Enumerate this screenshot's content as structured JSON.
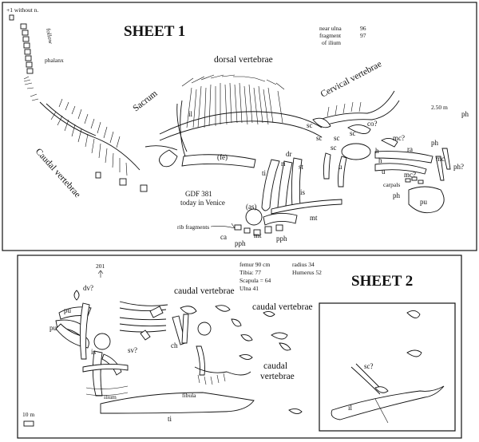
{
  "sheet1": {
    "title": "SHEET 1",
    "corner_note": "+1 without n.",
    "follow": "follow",
    "measure_lines": [
      "near ulna",
      "96",
      "fragment",
      "97",
      "of ilium"
    ],
    "scale": "2.50 m",
    "specimen": "GDF 381",
    "location": "today in Venice",
    "section_labels": {
      "dorsal": "dorsal vertebrae",
      "cervical": "Cervical vertebrae",
      "sacrum": "Sacrum",
      "caudal": "Caudal vertebrae"
    },
    "bone_labels": {
      "phalanx": "phalanx",
      "il": "il",
      "fe": "(fe)",
      "as": "(as)",
      "ti": "ti",
      "rib": "rib fragments",
      "ca": "ca",
      "pph1": "pph",
      "pph2": "pph",
      "mt1": "mt",
      "mt2": "mt",
      "dr": "dr",
      "ri": "ri",
      "st": "st",
      "is": "is",
      "sc1": "sc",
      "sc2": "sc",
      "sc3": "sc",
      "sc4": "sc",
      "sc5": "sc",
      "co": "co?",
      "h1": "h",
      "h2": "h",
      "u1": "u",
      "u2": "u",
      "mc1": "mc?",
      "mc2": "mc?",
      "mc3": "mc",
      "ra": "ra",
      "ph1": "ph",
      "ph2": "ph",
      "ph3": "ph?",
      "ph4": "ph",
      "carpals": "carpals",
      "pu": "pu"
    }
  },
  "sheet2": {
    "title": "SHEET 2",
    "number": "201",
    "measure_lines": [
      "femur 90 cm",
      "radius 34",
      "Tibia: 77",
      "Humerus 52",
      "Scapula = 64",
      "Ulna 41"
    ],
    "scale": "10 m",
    "bone_labels": {
      "dv": "dv?",
      "pu1": "pu",
      "pu2": "pu",
      "is": "is",
      "sv": "sv?",
      "ch": "ch",
      "ilium": "ilium",
      "fibula": "fibula",
      "ti": "ti",
      "caud1": "caudal vertebrae",
      "caud2": "caudal vertebrae",
      "caud3a": "caudal",
      "caud3b": "vertebrae",
      "sc": "sc?",
      "il": "il"
    }
  }
}
